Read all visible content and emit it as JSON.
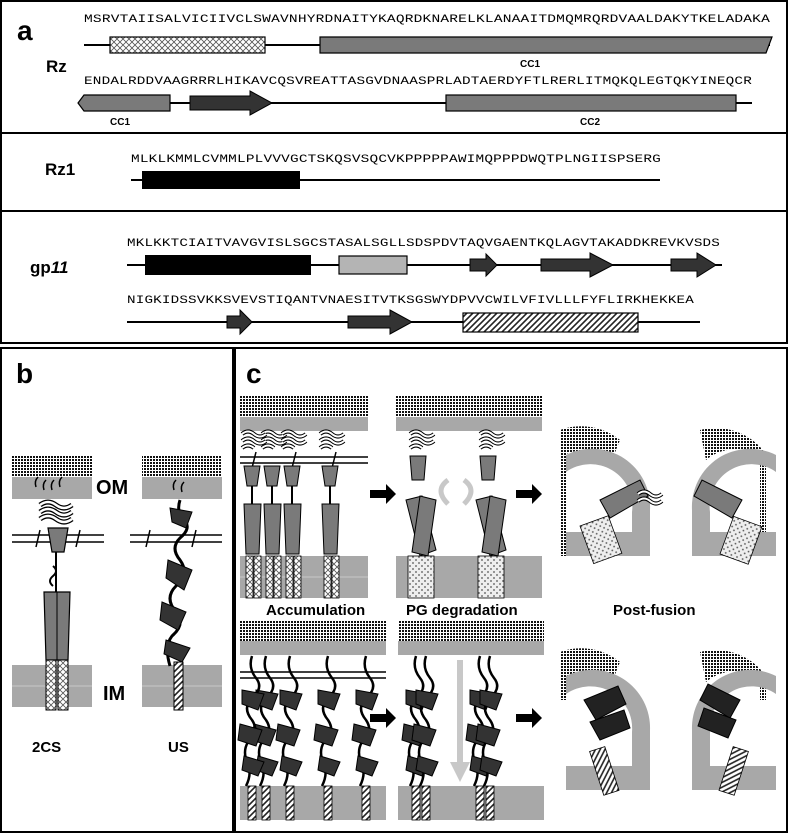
{
  "panels": {
    "a": {
      "letter": "a",
      "rz": {
        "label": "Rz",
        "seq_line1": "MSRVTAIISALVICIIVCLSWAVNHYRDNAITYKAQRDKNARELKLANAAITDMQMRQRDVAALDAKYTKELADAKA",
        "seq_line2": "ENDALRDDVAAGRRRLHIKAVCQSVREATTASGVDNAASPRLADTAERDYFTLRERLITMQKQLEGTQKYINEQCR",
        "dom_cc1_top": "CC1",
        "dom_cc1_bottom": "CC1",
        "dom_cc2": "CC2"
      },
      "rz1": {
        "label": "Rz1",
        "seq": "MLKLKMMLCVMMLPLVVVGCTSKQSVSQCVKPPPPPAWIMQPPPDWQTPLNGIISPSERG"
      },
      "gp11": {
        "label_prefix": "gp",
        "label_num": "11",
        "seq_line1": "MKLKKTCIAITVAVGVISLSGCSTASALSGLLSDSPDVTAQVGAENTKQLAGVTAKADDKREVKVSDS",
        "seq_line2": "NIGKIDSSVKKSVEVSTIQANTVNAESITVTKSGSWYDPVVCWILVFIVLLLFYFLIRKHEKKEA"
      }
    },
    "b": {
      "letter": "b",
      "om_label": "OM",
      "im_label": "IM",
      "label_2cs": "2CS",
      "label_us": "US"
    },
    "c": {
      "letter": "c",
      "stage_accumulation": "Accumulation",
      "stage_pg": "PG degradation",
      "stage_post": "Post-fusion"
    }
  },
  "colors": {
    "dark_gray": "#7a7a7a",
    "light_gray": "#b4b4b4",
    "membrane_gray": "#a8a8a8",
    "arrow_dark": "#333333",
    "black": "#000000"
  }
}
